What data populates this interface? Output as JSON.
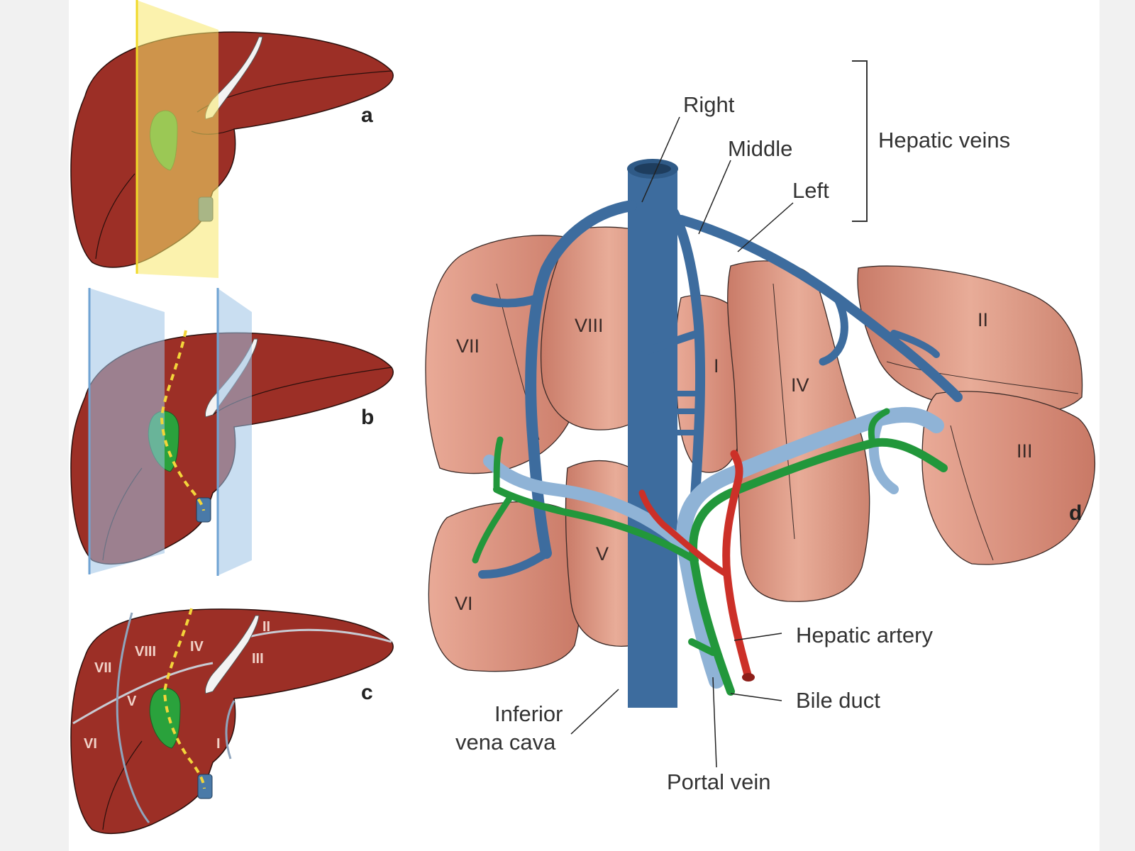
{
  "panels": {
    "a": "a",
    "b": "b",
    "c": "c",
    "d": "d"
  },
  "panel_c_segments": [
    "I",
    "II",
    "III",
    "IV",
    "V",
    "VI",
    "VII",
    "VIII"
  ],
  "panel_d_segments": [
    "I",
    "II",
    "III",
    "IV",
    "V",
    "VI",
    "VII",
    "VIII"
  ],
  "labels": {
    "hepatic_veins": "Hepatic veins",
    "right": "Right",
    "middle": "Middle",
    "left": "Left",
    "hepatic_artery": "Hepatic artery",
    "bile_duct": "Bile duct",
    "portal_vein": "Portal vein",
    "ivc_line1": "Inferior",
    "ivc_line2": "vena cava"
  },
  "colors": {
    "liver_dark": "#9c2f26",
    "segment_pink": "#e2a08c",
    "vein_blue": "#3d6c9e",
    "portal_light_blue": "#8fb3d6",
    "artery_red": "#cc3028",
    "bile_green": "#22973b",
    "plane_yellow": "#f7e86a",
    "plane_blue": "#9cc2e6",
    "dashed_line": "#f3d53a"
  }
}
